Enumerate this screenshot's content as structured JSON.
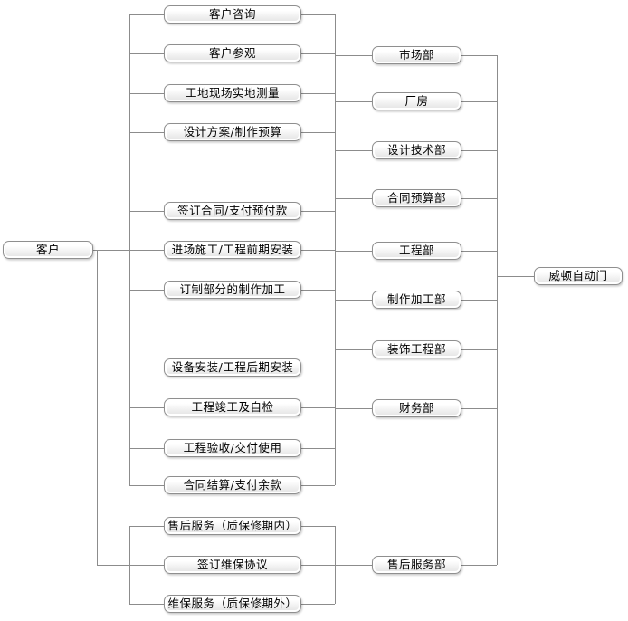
{
  "nodes": {
    "customer": "客户",
    "company": "威顿自动门",
    "process_steps": [
      "客户咨询",
      "客户参观",
      "工地现场实地测量",
      "设计方案/制作预算",
      "签订合同/支付预付款",
      "进场施工/工程前期安装",
      "订制部分的制作加工",
      "设备安装/工程后期安装",
      "工程竣工及自检",
      "工程验收/交付使用",
      "合同结算/支付余款",
      "售后服务（质保修期内）",
      "签订维保协议",
      "维保服务（质保修期外）"
    ],
    "departments": [
      "市场部",
      "厂房",
      "设计技术部",
      "合同预算部",
      "工程部",
      "制作加工部",
      "装饰工程部",
      "财务部",
      "售后服务部"
    ]
  },
  "colors": {
    "background": "#ffffff",
    "connector_line": "#8c8c8c",
    "box_border": "#8f8f8f",
    "box_fill_top": "#ffffff",
    "box_fill_bottom": "#e3e3e3",
    "text": "#000000"
  }
}
